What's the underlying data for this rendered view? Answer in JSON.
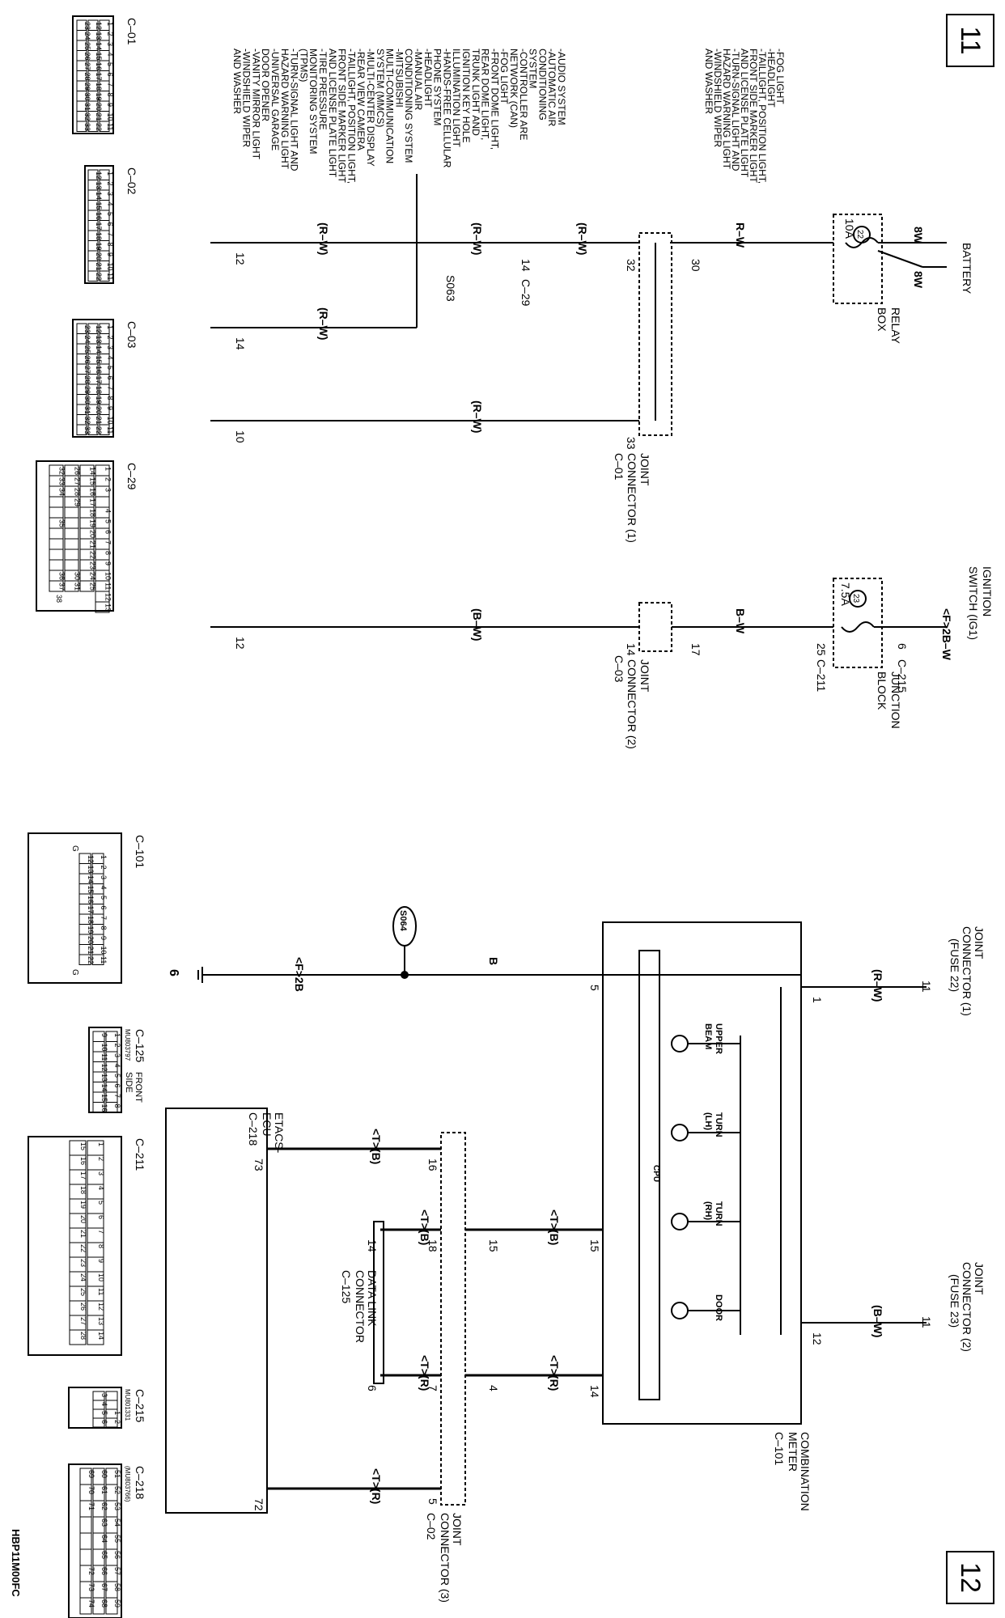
{
  "pages": {
    "left": "11",
    "right": "12"
  },
  "diagram_code": "HBP11M00FC",
  "top_section": {
    "battery": "BATTERY",
    "ignition_switch": [
      "IGNITION",
      "SWITCH (IG1)"
    ],
    "relay_box": [
      "RELAY",
      "BOX"
    ],
    "junction_block": [
      "JUNCTION",
      "BLOCK"
    ],
    "fuse22": {
      "number": "22",
      "rating": "10A"
    },
    "fuse23": {
      "number": "23",
      "rating": "7.5A"
    },
    "wires": {
      "w8a": "8W",
      "w8b": "8W",
      "rw": "R–W",
      "rw_par": "(R–W)",
      "bw": "B–W",
      "bw_par": "(B–W)",
      "f2bw": "<F>2B–W"
    },
    "pins": {
      "p30": "30",
      "p32": "32",
      "p33": "33",
      "p14a": "14",
      "p17": "17",
      "p14b": "14",
      "p25": "25",
      "p6": "6",
      "p14c": "14"
    },
    "tags": {
      "c29": "C–29",
      "c211": "C–211",
      "c215": "C–215",
      "c01": "C–01",
      "c03": "C–03",
      "s063": "S063"
    },
    "jc1": [
      "JOINT",
      "CONNECTOR (1)"
    ],
    "jc2": [
      "JOINT",
      "CONNECTOR (2)"
    ],
    "fuse22_loads": [
      "-FOG LIGHT",
      "-HEADLIGHT",
      "-TAILLIGHT, POSITION LIGHT,",
      "  FRONT SIDE MARKER LIGHT",
      "  AND LICENSE PLATE LIGHT",
      "-TURN-SIGNAL LIGHT AND",
      "  HAZARD WARNING LIGHT",
      "-WINDSHIELD WIPER",
      "  AND WASHER"
    ],
    "branch_loads": [
      "-AUDIO SYSTEM",
      "-AUTOMATIC AIR",
      "  CONDITIONING",
      "  SYSTEM",
      "-CONTROLLER ARE",
      "  NETWORK (CAN)",
      "-FOG LIGHT",
      "-FRONT DOME LIGHT,",
      "  REAR DOME LIGHT,",
      "  TRUNK LIGHT AND",
      "  IGNITION KEY HOLE",
      "  ILLUMINATION LIGHT",
      "-HANDS-FREE CELLULAR",
      "  PHONE SYSTEM",
      "-HEADLIGHT",
      "-MANUAL AIR",
      "  CONDITIONING SYSTEM",
      "-MITSUBISHI",
      "  MULTI-COMMUNICATION",
      "  SYSTEM (MMCS)",
      "-MULTI-CENTER DISPLAY",
      "-REAR VIEW CAMERA",
      "-TAILLIGHT, POSITION LIGHT,",
      "  FRONT SIDE MARKER LIGHT",
      "  AND LICENSE PLATE LIGHT",
      "-TIRE PRESSURE",
      "  MONITORING SYSTEM",
      "  (TPMS)",
      "-TURN-SIGNAL LIGHT AND",
      "  HAZARD WARNING LIGHT",
      "-UNIVERSAL GARAGE",
      "  DOOR OPENER",
      "-VANITY MIRROR LIGHT",
      "-WINDSHIELD WIPER",
      "  AND WASHER"
    ],
    "refs": {
      "r12a": "12",
      "r14": "14",
      "r10": "10",
      "r12b": "12"
    }
  },
  "connectors_top": {
    "c01": {
      "title": "C–01",
      "rows": [
        [
          "1",
          "2",
          "3",
          "4",
          "5",
          "6",
          "7",
          "8",
          "9",
          "10",
          "11"
        ],
        [
          "12",
          "13",
          "14",
          "15",
          "16",
          "17",
          "18",
          "19",
          "20",
          "21",
          "22"
        ],
        [
          "23",
          "24",
          "25",
          "26",
          "27",
          "28",
          "29",
          "30",
          "31",
          "32",
          "33"
        ]
      ]
    },
    "c02": {
      "title": "C–02",
      "rows": [
        [
          "1",
          "2",
          "3",
          "4",
          "5",
          "6",
          "7",
          "8",
          "9",
          "10",
          "11"
        ],
        [
          "12",
          "13",
          "14",
          "15",
          "16",
          "17",
          "18",
          "19",
          "20",
          "21",
          "22"
        ]
      ]
    },
    "c03": {
      "title": "C–03",
      "rows": [
        [
          "1",
          "2",
          "3",
          "4",
          "5",
          "6",
          "7",
          "8",
          "9",
          "10",
          "11"
        ],
        [
          "12",
          "13",
          "14",
          "15",
          "16",
          "17",
          "18",
          "19",
          "20",
          "21",
          "22"
        ],
        [
          "23",
          "24",
          "25",
          "26",
          "27",
          "28",
          "29",
          "30",
          "31",
          "32",
          "33"
        ]
      ]
    },
    "c29": {
      "title": "C–29",
      "rows": [
        [
          "1",
          "2",
          "3",
          "",
          "4",
          "5",
          "6",
          "7",
          "8",
          "9",
          "10",
          "11",
          "12",
          "13"
        ],
        [
          "14",
          "15",
          "16",
          "17",
          "18",
          "19",
          "20",
          "21",
          "22",
          "23",
          "24",
          "25"
        ],
        [
          "26",
          "27",
          "28",
          "29",
          "",
          "",
          "",
          "",
          "",
          "",
          "30",
          "31"
        ],
        [
          "32",
          "33",
          "34",
          "",
          "",
          "35",
          "",
          "",
          "",
          "",
          "36",
          "37"
        ]
      ],
      "pin38": "38"
    }
  },
  "bottom_section": {
    "jc1_fuse": [
      "JOINT",
      "CONNECTOR (1)",
      "(FUSE 22)"
    ],
    "jc2_fuse": [
      "JOINT",
      "CONNECTOR (2)",
      "(FUSE 23)"
    ],
    "combination_meter": [
      "COMBINATION",
      "METER"
    ],
    "c101": "C–101",
    "cpu": "CPU",
    "lamps": {
      "upper_beam": [
        "UPPER",
        "BEAM"
      ],
      "turn_lh": [
        "TURN",
        "(LH)"
      ],
      "turn_rh": [
        "TURN",
        "(RH)"
      ],
      "door": "DOOR"
    },
    "pins": {
      "m1": "1",
      "m5": "5",
      "m12": "12",
      "m15": "15",
      "m14": "14",
      "j16": "16",
      "j18": "18",
      "j15": "15",
      "j7": "7",
      "j4": "4",
      "j5": "5",
      "d14": "14",
      "d6": "6",
      "e73": "73",
      "e72": "72"
    },
    "wires": {
      "rw": "(R–W)",
      "bw": "(B–W)",
      "b": "B",
      "f2b": "<F>2B",
      "t_b1": "<T>(B)",
      "t_b2": "<T>(B)",
      "t_b3": "<T>(B)",
      "t_r1": "<T>(R)",
      "t_r2": "<T>(R)",
      "t_r3": "<T>(R)"
    },
    "s064": "S064",
    "ground": "6",
    "refs": {
      "r11a": "11",
      "r11b": "11"
    },
    "etacs": [
      "ETACS-",
      "ECU"
    ],
    "c218": "C–218",
    "dlc": [
      "DATA LINK",
      "CONNECTOR"
    ],
    "c125": "C–125",
    "jc3": [
      "JOINT",
      "CONNECTOR (3)"
    ],
    "c02": "C–02"
  },
  "connectors_bottom": {
    "c101": {
      "title": "C–101",
      "rows": [
        [
          "1",
          "2",
          "3",
          "4",
          "5",
          "6",
          "7",
          "8",
          "9",
          "10",
          "11"
        ],
        [
          "12",
          "13",
          "14",
          "15",
          "16",
          "17",
          "18",
          "19",
          "20",
          "21",
          "22"
        ]
      ],
      "g": "G"
    },
    "c125": {
      "title": "C–125",
      "note": [
        "FRONT",
        "SIDE"
      ],
      "part": "MU803797",
      "rows": [
        [
          "1",
          "2",
          "3",
          "4",
          "5",
          "6",
          "7",
          "8"
        ],
        [
          "9",
          "10",
          "11",
          "12",
          "13",
          "14",
          "15",
          "16"
        ]
      ]
    },
    "c211": {
      "title": "C–211",
      "rows": [
        [
          "1",
          "2",
          "3",
          "4",
          "5",
          "6",
          "7",
          "8",
          "9",
          "10",
          "11",
          "12",
          "13",
          "14"
        ],
        [
          "15",
          "16",
          "17",
          "18",
          "19",
          "20",
          "21",
          "22",
          "23",
          "24",
          "25",
          "26",
          "27",
          "28"
        ]
      ]
    },
    "c215": {
      "title": "C–215",
      "part": "MU801331",
      "rows": [
        [
          "",
          "",
          "1",
          "2"
        ],
        [
          "3",
          "4",
          "5",
          "6"
        ]
      ]
    },
    "c218": {
      "title": "C–218",
      "part": "(MU803766)",
      "rows": [
        [
          "51",
          "52",
          "53",
          "54",
          "55",
          "56",
          "57",
          "58",
          "59"
        ],
        [
          "60",
          "61",
          "62",
          "63",
          "64",
          "65",
          "66",
          "67",
          "68"
        ],
        [
          "69",
          "70",
          "71",
          "",
          "",
          "",
          "72",
          "73",
          "74"
        ]
      ]
    }
  }
}
